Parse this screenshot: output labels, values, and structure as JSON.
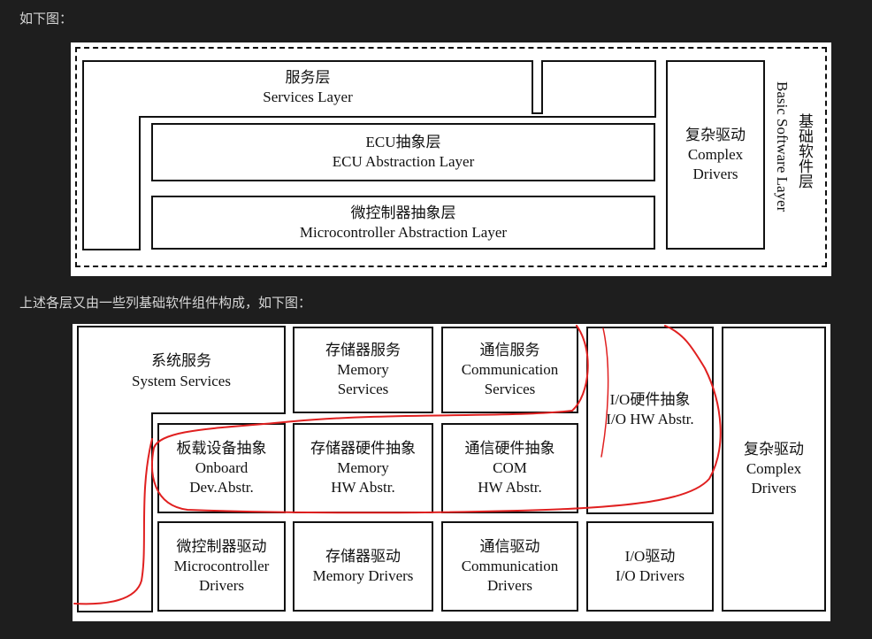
{
  "captions": {
    "first": "如下图：",
    "second": "上述各层又由一些列基础软件组件构成，如下图："
  },
  "figure1": {
    "services_layer": {
      "cn": "服务层",
      "en": "Services Layer"
    },
    "ecu_layer": {
      "cn": "ECU抽象层",
      "en": "ECU Abstraction Layer"
    },
    "mcu_layer": {
      "cn": "微控制器抽象层",
      "en": "Microcontroller Abstraction Layer"
    },
    "complex_drivers": {
      "cn": "复杂驱动",
      "en1": "Complex",
      "en2": "Drivers"
    },
    "bsw_label": {
      "en": "Basic Software Layer",
      "cn": "基础软件层"
    }
  },
  "figure2": {
    "system_services": {
      "cn": "系统服务",
      "en": "System Services"
    },
    "memory_services": {
      "cn": "存储器服务",
      "en1": "Memory",
      "en2": "Services"
    },
    "comm_services": {
      "cn": "通信服务",
      "en1": "Communication",
      "en2": "Services"
    },
    "io_hw": {
      "cn": "I/O硬件抽象",
      "en": "I/O HW Abstr."
    },
    "complex_drivers": {
      "cn": "复杂驱动",
      "en1": "Complex",
      "en2": "Drivers"
    },
    "onboard": {
      "cn": "板载设备抽象",
      "en1": "Onboard",
      "en2": "Dev.Abstr."
    },
    "memory_hw": {
      "cn": "存储器硬件抽象",
      "en1": "Memory",
      "en2": "HW Abstr."
    },
    "com_hw": {
      "cn": "通信硬件抽象",
      "en1": "COM",
      "en2": "HW Abstr."
    },
    "mcu_drivers": {
      "cn": "微控制器驱动",
      "en1": "Microcontroller",
      "en2": "Drivers"
    },
    "memory_drivers": {
      "cn": "存储器驱动",
      "en": "Memory Drivers"
    },
    "comm_drivers": {
      "cn": "通信驱动",
      "en1": "Communication",
      "en2": "Drivers"
    },
    "io_drivers": {
      "cn": "I/O驱动",
      "en": "I/O Drivers"
    }
  },
  "colors": {
    "background": "#1e1e1e",
    "annotation": "#e02020"
  }
}
